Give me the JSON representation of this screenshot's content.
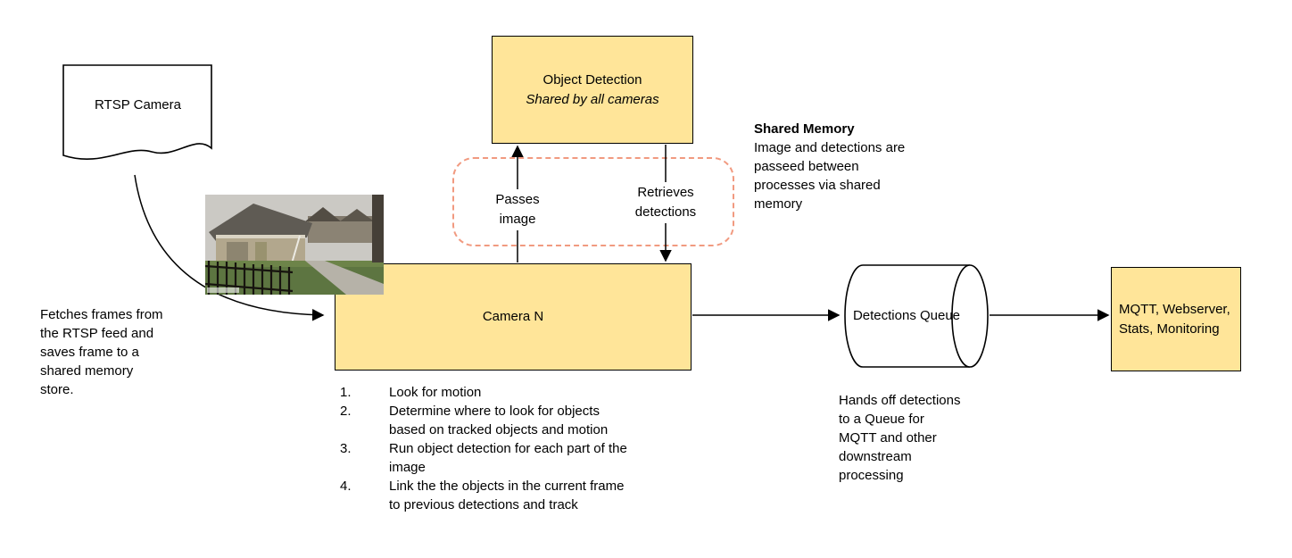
{
  "diagram": {
    "nodes": {
      "rtsp_camera": {
        "label": "RTSP Camera"
      },
      "object_detection": {
        "title": "Object Detection",
        "subtitle": "Shared by all cameras"
      },
      "camera_n": {
        "label": "Camera N"
      },
      "detections_queue": {
        "label": "Detections Queue"
      },
      "outputs": {
        "label": "MQTT, Webserver, Stats, Monitoring"
      }
    },
    "edge_labels": {
      "passes_image": "Passes image",
      "retrieves_detections": "Retrieves detections"
    },
    "annotations": {
      "shared_memory_title": "Shared Memory",
      "shared_memory_body": "Image and detections are\npasseed between\nprocesses via shared\nmemory",
      "fetches_frames": "Fetches frames from\nthe RTSP feed and\nsaves frame to a\nshared memory\nstore.",
      "hands_off": "Hands off detections\nto a Queue for\nMQTT and other\ndownstream\nprocessing"
    },
    "camera_steps": [
      {
        "n": "1.",
        "text": "Look for motion"
      },
      {
        "n": "2.",
        "text": "Determine where to look for objects\nbased on tracked objects and motion"
      },
      {
        "n": "3.",
        "text": "Run object detection for each part of the\nimage"
      },
      {
        "n": "4.",
        "text": "Link the the objects in the current frame\nto previous detections and track"
      }
    ],
    "colors": {
      "node_fill": "#ffe599",
      "node_border": "#000000",
      "shared_memory_dash": "#f19a80",
      "arrow": "#000000"
    }
  }
}
